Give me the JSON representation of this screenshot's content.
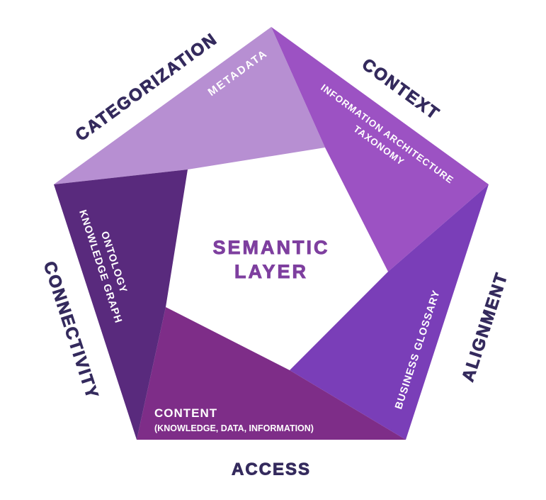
{
  "diagram": {
    "title_line1": "SEMANTIC",
    "title_line2": "LAYER",
    "segments": [
      {
        "name": "metadata",
        "label": "METADATA",
        "outer_label": "CATEGORIZATION",
        "color": "#b78fd2"
      },
      {
        "name": "information-architecture",
        "label_line1": "INFORMATION ARCHITECTURE",
        "label_line2": "TAXONOMY",
        "outer_label": "CONTEXT",
        "color": "#9c52c3"
      },
      {
        "name": "business-glossary",
        "label": "BUSINESS GLOSSARY",
        "outer_label": "ALIGNMENT",
        "color": "#7a3eb8"
      },
      {
        "name": "content",
        "label_line1": "CONTENT",
        "label_line2": "(KNOWLEDGE, DATA, INFORMATION)",
        "outer_label": "ACCESS",
        "color": "#7e2d88"
      },
      {
        "name": "ontology",
        "label_line1": "ONTOLOGY",
        "label_line2": "KNOWLEDGE GRAPH",
        "outer_label": "CONNECTIVITY",
        "color": "#592a7d"
      }
    ],
    "colors": {
      "outer_label": "#342a5d",
      "inner_label": "#ffffff",
      "center_text": "#7e3f9f",
      "background": "#ffffff"
    }
  }
}
